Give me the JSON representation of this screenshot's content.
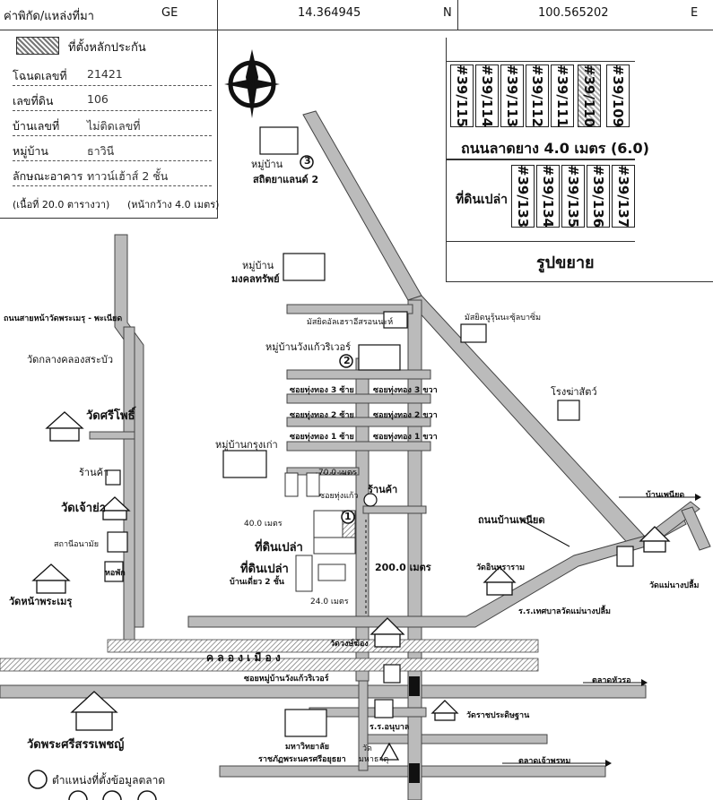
{
  "header": {
    "location_label": "ค่าพิกัด/แหล่งที่มา",
    "source": "GE",
    "latitude": "14.364945",
    "lat_dir": "N",
    "longitude": "100.565202",
    "lon_dir": "E"
  },
  "info": {
    "legend_label": "ที่ตั้งหลักประกัน",
    "rows": [
      {
        "key": "โฉนดเลขที่",
        "value": "21421"
      },
      {
        "key": "เลขที่ดิน",
        "value": "106"
      },
      {
        "key": "บ้านเลขที่",
        "value": "ไม่ติดเลขที่"
      },
      {
        "key": "หมู่บ้าน",
        "value": "ธาวินี"
      },
      {
        "key": "ลักษณะอาคาร",
        "value": "ทาวน์เฮ้าส์ 2 ชั้น"
      }
    ],
    "area": "(เนื้อที่ 20.0 ตารางวา)",
    "frontage": "(หน้ากว้าง 4.0 เมตร)"
  },
  "compass": "N",
  "inset": {
    "top_lots": [
      "#39/115",
      "#39/114",
      "#39/113",
      "#39/112",
      "#39/111",
      "#39/110",
      "#39/109"
    ],
    "road": "ถนนลาดยาง 4.0 เมตร (6.0)",
    "vacant_label": "ที่ดินเปล่า",
    "bottom_lots": [
      "#39/133",
      "#39/134",
      "#39/135",
      "#39/136",
      "#39/137"
    ],
    "caption": "รูปขยาย"
  },
  "labels": {
    "village3": "หมู่บ้าน",
    "village3_name": "สถิตยาแลนด์ 2",
    "village_mongkol": "หมู่บ้าน",
    "village_mongkol_name": "มงคลทรัพย์",
    "mosque1": "มัสยิดอัลเฮราอีสรอนนะห์",
    "mosque2": "มัสยิดนูรุ้นนะซุ้ลบาซิ่ม",
    "village2": "หมู่บ้านวังแก้วริเวอร์",
    "soi3l": "ซอยทุ่งทอง 3 ซ้าย",
    "soi3r": "ซอยทุ่งทอง 3 ขวา",
    "soi2l": "ซอยทุ่งทอง 2 ซ้าย",
    "soi2r": "ซอยทุ่งทอง 2 ขวา",
    "soi1l": "ซอยทุ่งทอง 1 ซ้าย",
    "soi1r": "ซอยทุ่งทอง 1 ขวา",
    "slaughter": "โรงฆ่าสัตว์",
    "village_krungkao": "หมู่บ้านกรุงเก่า",
    "road_left": "ถนนสายหน้าวัดพระเมรุ - พะเนียด",
    "wat_klang": "วัดกลางคลองสระบัว",
    "wat_sriphot": "วัดศรีโพธิ์",
    "shop_left": "ร้านค้า",
    "wat_chaoya": "วัดเจ้าย่า",
    "place_nam": "สถานีอนามัย",
    "dorm": "หอพัก",
    "wat_namen": "วัดหน้าพระเมรุ",
    "dist70": "70.0 เมตร",
    "soi_thung": "ซอยทุ่งแก้ว",
    "shop": "ร้านค้า",
    "dist40": "40.0 เมตร",
    "vacant1": "ที่ดินเปล่า",
    "vacant2": "ที่ดินเปล่า",
    "house2": "บ้านเดี่ยว 2 ชั้น",
    "dist200": "200.0 เมตร",
    "dist24": "24.0 เมตร",
    "road_paniat": "ถนนบ้านเพนียด",
    "paniat": "บ้านเพนียด",
    "wat_inprathan": "วัดอินทราราม",
    "wat_mae_nang": "วัดแม่นางปลื้ม",
    "school_mae_nang": "ร.ร.เทศบาลวัดแม่นางปลื้ม",
    "wat_wangchong": "วัดวงษ์ฆ้อง",
    "canal": "ค ล อ ง เ มื อ ง",
    "soi_village": "ซอยหมู่บ้านวังแก้วริเวอร์",
    "market_huaro": "ตลาดหัวรอ",
    "wat_sri": "วัดพระศรีสรรเพชญ์",
    "school_anuban": "ร.ร.อนุบาล",
    "wat_ratcha": "วัดราชประดิษฐาน",
    "university": "มหาวิทยาลัย",
    "university2": "ราชภัฏพระนครศรีอยุธยา",
    "market_chao": "ตลาดเจ้าพรหม",
    "wat_maha": "วัด",
    "wat_maha2": "มหาธาตุ",
    "legend_circle": "ตำแหน่งที่ตั้งข้อมูลตลาด",
    "num1": "1",
    "num2": "2",
    "num3": "3"
  }
}
